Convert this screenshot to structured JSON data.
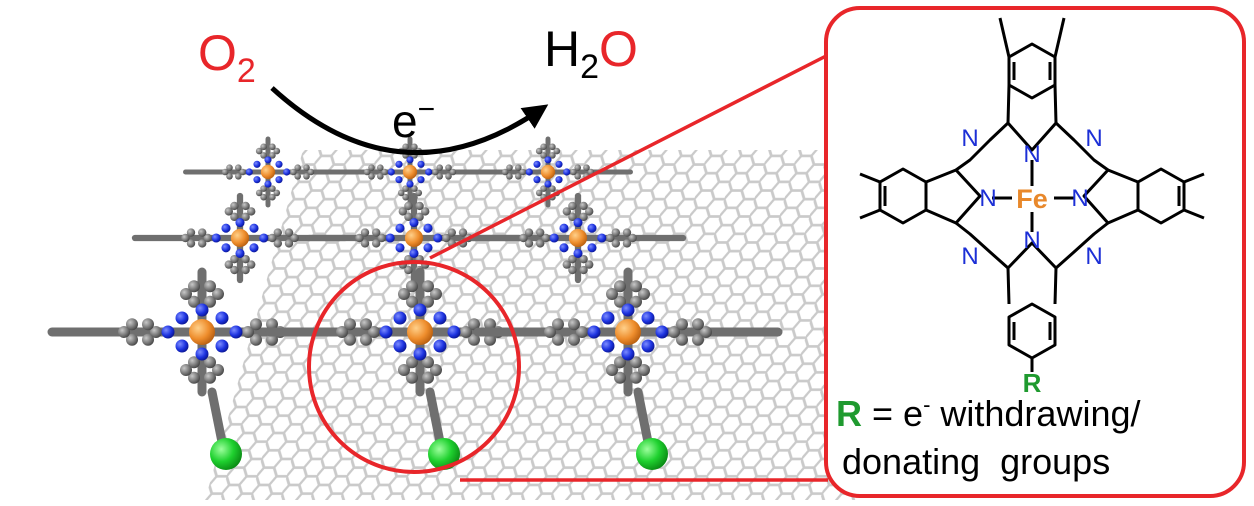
{
  "reaction": {
    "reactant": "O",
    "reactant_sub": "2",
    "product_h": "H",
    "product_sub": "2",
    "product_o": "O",
    "electron": "e",
    "electron_sup": "−"
  },
  "molecule": {
    "metal": "Fe",
    "nitrogen": "N",
    "substituent": "R"
  },
  "caption": {
    "r_symbol": "R",
    "equals": " = e",
    "sup": "-",
    "line1_rest": " withdrawing/",
    "line2": "donating  groups"
  },
  "colors": {
    "accent_red": "#e8262a",
    "nitrogen_blue": "#1c2fd6",
    "iron_orange": "#e8882b",
    "r_green": "#1f9a2f",
    "carbon_gray": "#7d7d7d",
    "graphene_gray": "#c9c9c9"
  }
}
